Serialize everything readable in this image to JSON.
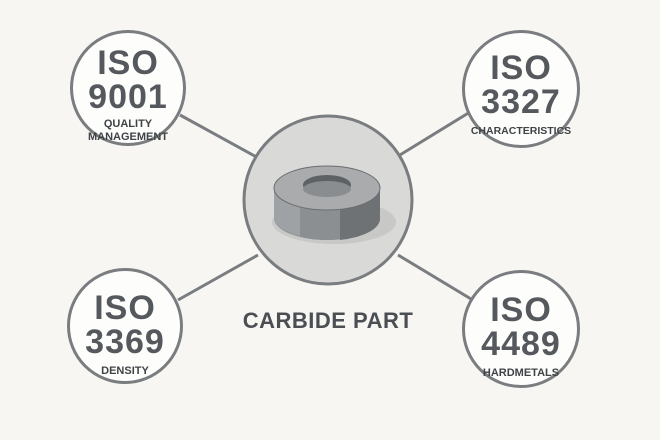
{
  "center": {
    "label": "CARBIDE PART",
    "icon": "carbide-ring-icon"
  },
  "standards": [
    {
      "line1": "ISO",
      "line2": "9001",
      "desc": [
        "QUALITY",
        "MANAGEMENT"
      ]
    },
    {
      "line1": "ISO",
      "line2": "3327",
      "desc": [
        "CHARACTERISTICS"
      ]
    },
    {
      "line1": "ISO",
      "line2": "3369",
      "desc": [
        "DENSITY"
      ]
    },
    {
      "line1": "ISO",
      "line2": "4489",
      "desc": [
        "HARDMETALS"
      ]
    }
  ],
  "colors": {
    "background": "#f7f6f3",
    "outline": "#7a7d80",
    "text": "#55595d"
  }
}
